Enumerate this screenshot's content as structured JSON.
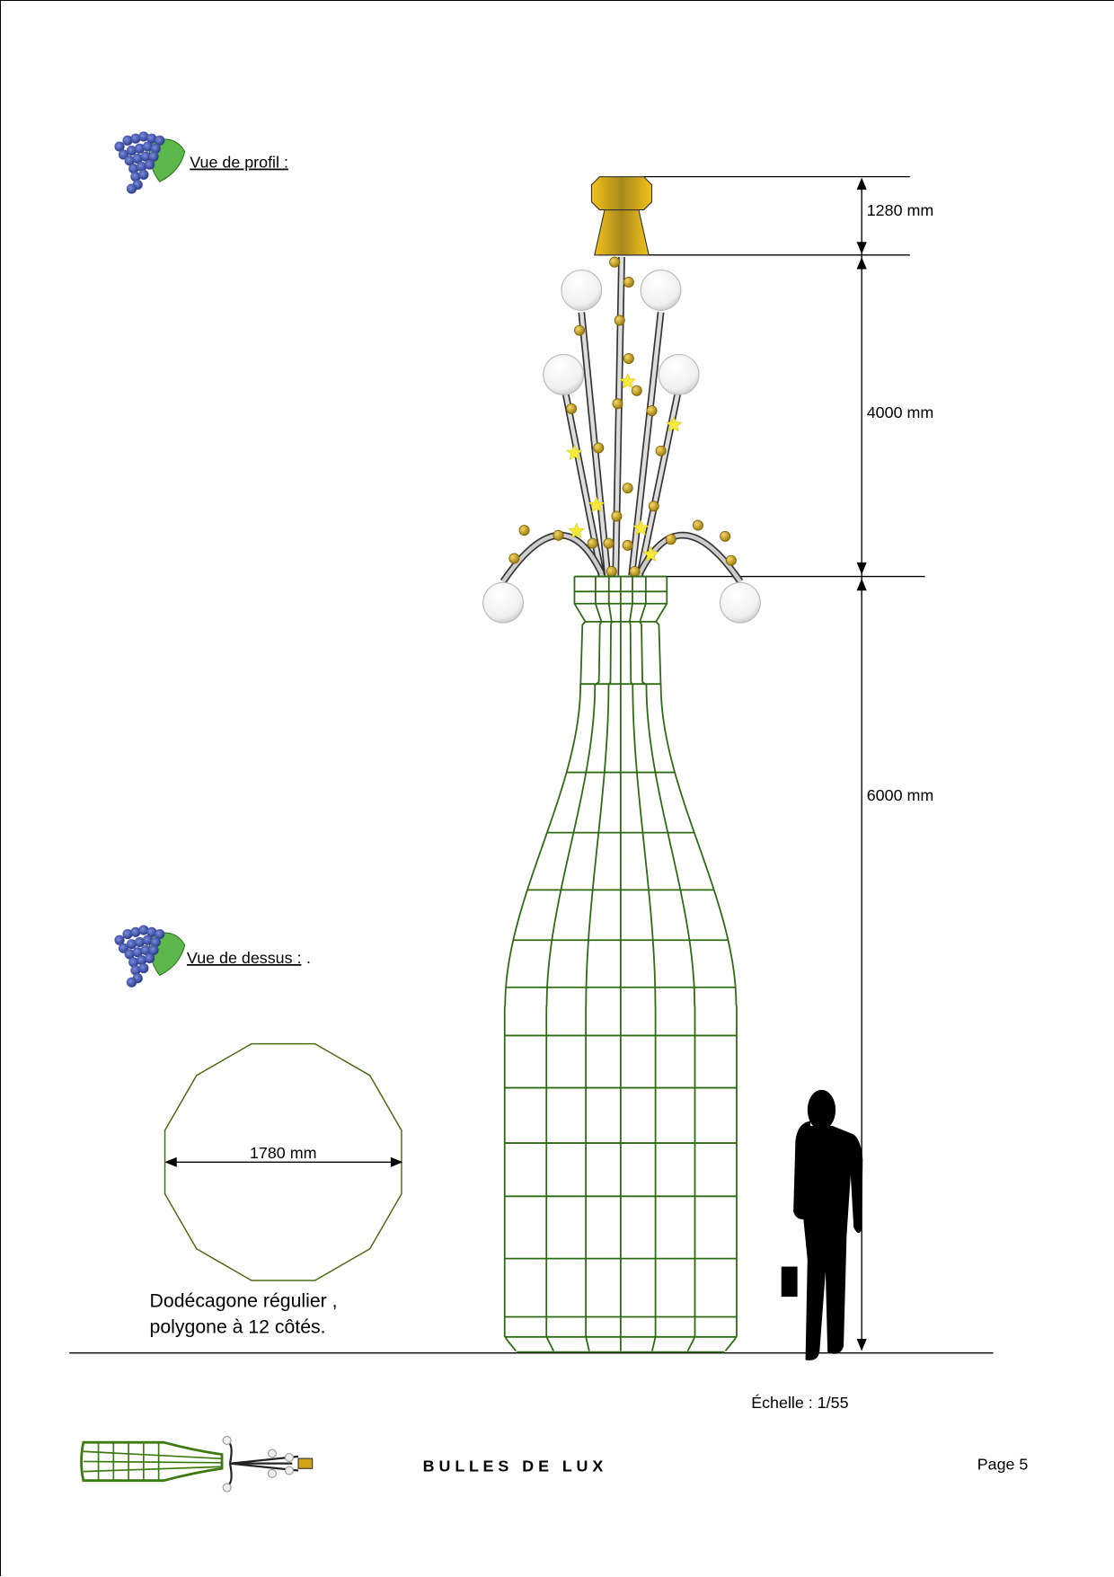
{
  "sections": {
    "profile_heading": "Vue de profil :",
    "top_heading": "Vue de dessus :",
    "top_heading_suffix": "."
  },
  "dimensions": {
    "cork": "1280 mm",
    "branches": "4000 mm",
    "bottle": "6000 mm",
    "diameter": "1780 mm"
  },
  "polygon_note": {
    "line1": "Dodécagone régulier ,",
    "line2": "polygone à 12 côtés."
  },
  "scale": "Échelle : 1/55",
  "footer": {
    "brand": "B U L L E S   D E   L U X",
    "page": "Page 5"
  },
  "colors": {
    "mesh": "#2e6b12",
    "gold": "#d4a417",
    "star": "#f5ea3a"
  }
}
